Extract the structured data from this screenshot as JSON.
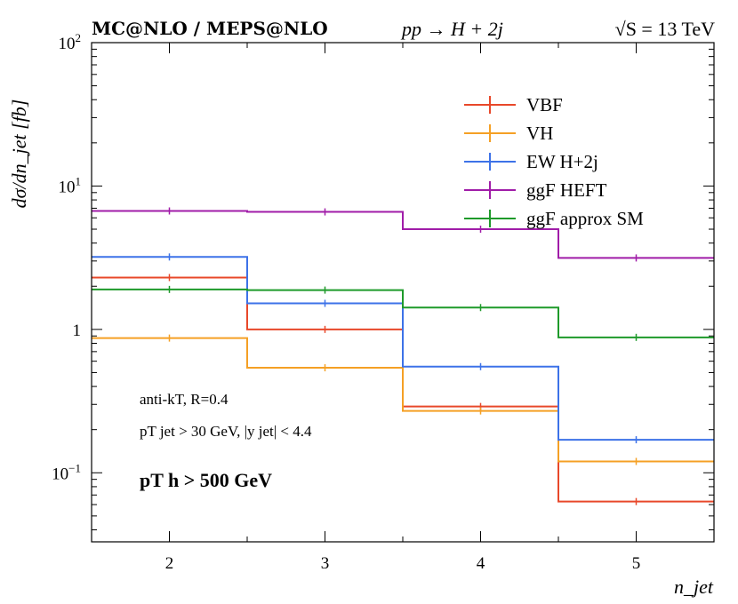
{
  "header": {
    "left": "MC@NLO / MEPS@NLO",
    "middle": "pp → H + 2j",
    "right": "√S = 13 TeV"
  },
  "annotations": {
    "algo": "anti-kT, R=0.4",
    "cuts": "pT jet > 30 GeV, |y jet| < 4.4",
    "pth": "pT h > 500 GeV"
  },
  "chart_data": {
    "type": "line",
    "step": true,
    "xlabel": "n_jet",
    "ylabel": "dσ/dn_jet [fb]",
    "yscale": "log",
    "xlim": [
      1.5,
      5.5
    ],
    "ylim": [
      0.033,
      100
    ],
    "x_ticks": [
      "2",
      "3",
      "4",
      "5"
    ],
    "y_ticks": [
      "10^-1",
      "1",
      "10^1",
      "10^2"
    ],
    "bin_edges": [
      1.5,
      2.5,
      3.5,
      4.5,
      5.5
    ],
    "legend_position": "top-right",
    "series": [
      {
        "name": "VBF",
        "color": "#e8482a",
        "values": [
          2.3,
          1.0,
          0.29,
          0.063
        ]
      },
      {
        "name": "VH",
        "color": "#f5a025",
        "values": [
          0.87,
          0.54,
          0.27,
          0.12
        ]
      },
      {
        "name": "EW H+2j",
        "color": "#3d72e8",
        "values": [
          3.2,
          1.52,
          0.55,
          0.17
        ]
      },
      {
        "name": "ggF HEFT",
        "color": "#a01ca8",
        "values": [
          6.7,
          6.6,
          5.0,
          3.15
        ]
      },
      {
        "name": "ggF approx SM",
        "color": "#1e9a2a",
        "values": [
          1.9,
          1.88,
          1.42,
          0.88
        ]
      }
    ]
  }
}
